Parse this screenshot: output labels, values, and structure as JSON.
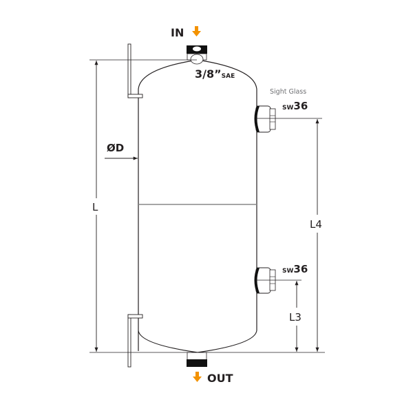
{
  "labels": {
    "inlet": "IN",
    "outlet": "OUT",
    "inlet_size": "3/8”",
    "inlet_size_unit": "SAE",
    "sight_glass": "Sight Glass",
    "upper_sw_prefix": "SW",
    "upper_sw_value": "36",
    "lower_sw_prefix": "SW",
    "lower_sw_value": "36",
    "diameter": "ØD",
    "length": "L",
    "l4": "L4",
    "l3": "L3"
  },
  "colors": {
    "arrow_accent": "#f39200",
    "line": "#231f20"
  },
  "icons": {
    "inlet_arrow": "arrow-down-icon",
    "outlet_arrow": "arrow-down-icon"
  }
}
